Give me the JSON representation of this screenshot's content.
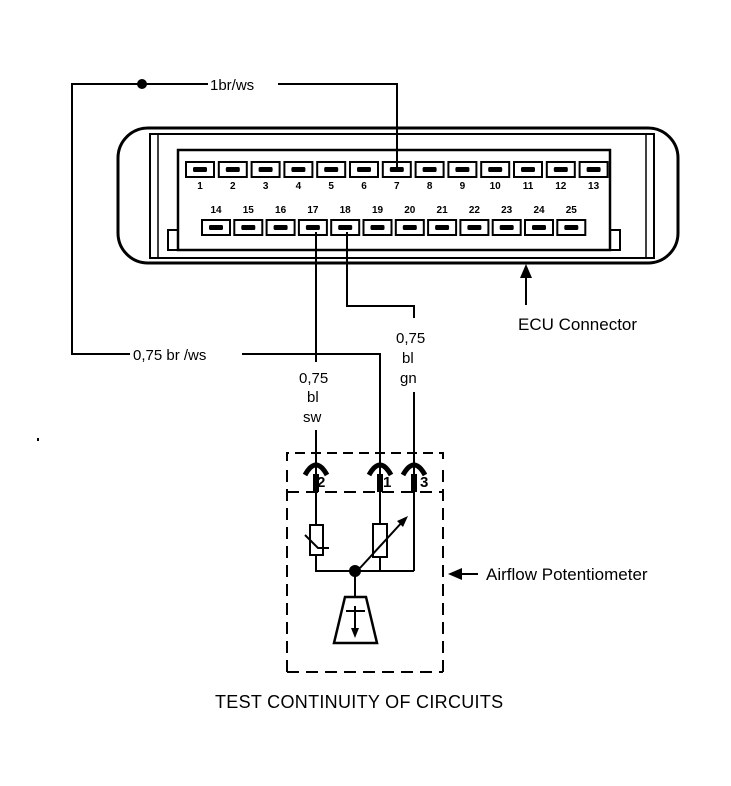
{
  "connector": {
    "label": "ECU Connector",
    "top_row_pins": [
      "1",
      "2",
      "3",
      "4",
      "5",
      "6",
      "7",
      "8",
      "9",
      "10",
      "11",
      "12",
      "13"
    ],
    "bottom_row_pins": [
      "14",
      "15",
      "16",
      "17",
      "18",
      "19",
      "20",
      "21",
      "22",
      "23",
      "24",
      "25"
    ]
  },
  "wires": {
    "top_label": "1br/ws",
    "left_label": "0,75 br /ws",
    "pin17_label": [
      "0,75",
      "bl",
      "sw"
    ],
    "pin18_label": [
      "0,75",
      "bl",
      "gn"
    ]
  },
  "sensor": {
    "label": "Airflow Potentiometer",
    "terminals": [
      "2",
      "1",
      "3"
    ]
  },
  "caption": "TEST CONTINUITY OF CIRCUITS"
}
